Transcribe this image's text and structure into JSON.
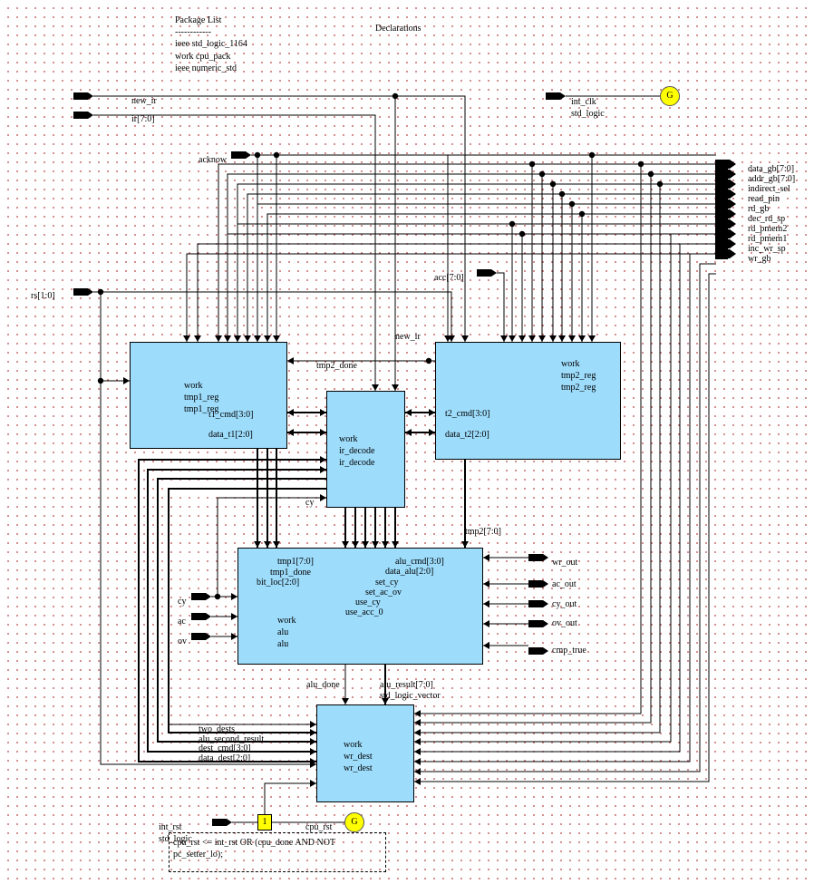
{
  "package_list": {
    "title": "Package List",
    "rule": "------------",
    "items": [
      "ieee std_logic_1164",
      "work cpu_pack",
      "ieee numeric_std"
    ]
  },
  "declarations": "Declarations",
  "clock": {
    "name": "int_clk",
    "type": "std_logic",
    "gen_label": "G"
  },
  "inputs": {
    "new_ir": "new_ir",
    "ir": "ir[7:0]",
    "acknow": "acknow",
    "acc": "acc[7:0]",
    "rs": "rs[1:0]",
    "cy": "cy",
    "ac": "ac",
    "ov": "ov",
    "int_rst": "int_rst",
    "int_rst_type": "std_logic"
  },
  "right_bus": [
    "data_gb[7:0]",
    "addr_gb[7:0]",
    "indirect_sel",
    "read_pin",
    "rd_gb",
    "dec_rd_sp",
    "rd_pmem2",
    "rd_pmem1",
    "inc_wr_sp",
    "wr_gb"
  ],
  "alu_outputs": [
    "wr_out",
    "ac_out",
    "cy_out",
    "ov_out",
    "cmp_true"
  ],
  "blocks": {
    "tmp1": {
      "lib": "work",
      "entity": "tmp1_reg",
      "arch": "tmp1_reg",
      "port_cmd": "t1_cmd[3:0]",
      "port_data": "data_t1[2:0]"
    },
    "tmp2": {
      "lib": "work",
      "entity": "tmp2_reg",
      "arch": "tmp2_reg",
      "port_cmd": "t2_cmd[3:0]",
      "port_data": "data_t2[2:0]"
    },
    "ir_decode": {
      "lib": "work",
      "entity": "ir_decode",
      "arch": "ir_decode"
    },
    "alu": {
      "lib": "work",
      "entity": "alu",
      "arch": "alu",
      "ports_left": [
        "tmp1[7:0]",
        "tmp1_done",
        "bit_loc[2:0]"
      ],
      "ports_right": [
        "alu_cmd[3:0]",
        "data_alu[2:0]",
        "set_cy",
        "set_ac_ov",
        "use_cy",
        "use_acc_0"
      ]
    },
    "wr_dest": {
      "lib": "work",
      "entity": "wr_dest",
      "arch": "wr_dest"
    }
  },
  "signals": {
    "tmp2_done": "tmp2_done",
    "new_ir_internal": "new_ir",
    "cy_internal": "cy",
    "tmp2": "tmp2[7:0]",
    "alu_done": "alu_done",
    "alu_result": "alu_result[7:0]",
    "alu_result_type": "std_logic_vector",
    "two_dests": "two_dests",
    "alu_second_result": "alu_second_result",
    "dest_cmd": "dest_cmd[3:0]",
    "data_dest": "data_dest[2:0]",
    "cpu_rst": "cpu_rst"
  },
  "reset_logic": {
    "gate_label": "1",
    "gen_label": "G",
    "code_line1": "cpu_rst <= int_rst OR (cpu_done AND NOT",
    "code_line2": "pc_setter_lo);"
  }
}
